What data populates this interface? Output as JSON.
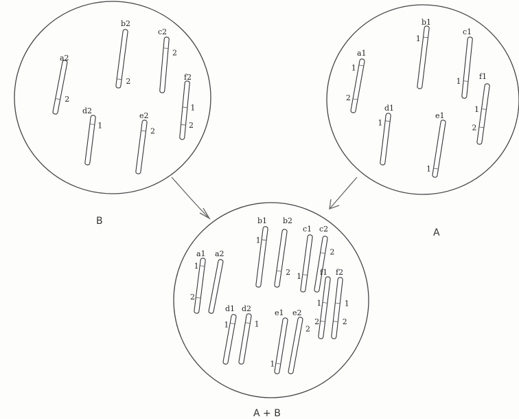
{
  "labels": {
    "caption_b": "B",
    "caption_a": "A",
    "caption_ab": "A + B",
    "marker_1": "1",
    "marker_2": "2"
  },
  "circle_b": {
    "chromosomes": [
      {
        "id": "a2",
        "type": "hatched"
      },
      {
        "id": "b2",
        "type": "hatched"
      },
      {
        "id": "c2",
        "type": "hatched"
      },
      {
        "id": "d2",
        "type": "hatched"
      },
      {
        "id": "e2",
        "type": "hatched"
      },
      {
        "id": "f2",
        "type": "hatched"
      }
    ]
  },
  "circle_a": {
    "chromosomes": [
      {
        "id": "a1",
        "type": "plain"
      },
      {
        "id": "b1",
        "type": "plain"
      },
      {
        "id": "c1",
        "type": "plain"
      },
      {
        "id": "d1",
        "type": "plain"
      },
      {
        "id": "e1",
        "type": "plain"
      },
      {
        "id": "f1",
        "type": "plain"
      }
    ]
  },
  "circle_ab": {
    "chromosomes": [
      {
        "id": "a1",
        "type": "plain"
      },
      {
        "id": "a2",
        "type": "hatched"
      },
      {
        "id": "b1",
        "type": "plain"
      },
      {
        "id": "b2",
        "type": "hatched"
      },
      {
        "id": "c1",
        "type": "plain"
      },
      {
        "id": "c2",
        "type": "hatched"
      },
      {
        "id": "d1",
        "type": "plain"
      },
      {
        "id": "d2",
        "type": "hatched"
      },
      {
        "id": "e1",
        "type": "plain"
      },
      {
        "id": "e2",
        "type": "hatched"
      },
      {
        "id": "f1",
        "type": "plain"
      },
      {
        "id": "f2",
        "type": "hatched"
      }
    ]
  }
}
